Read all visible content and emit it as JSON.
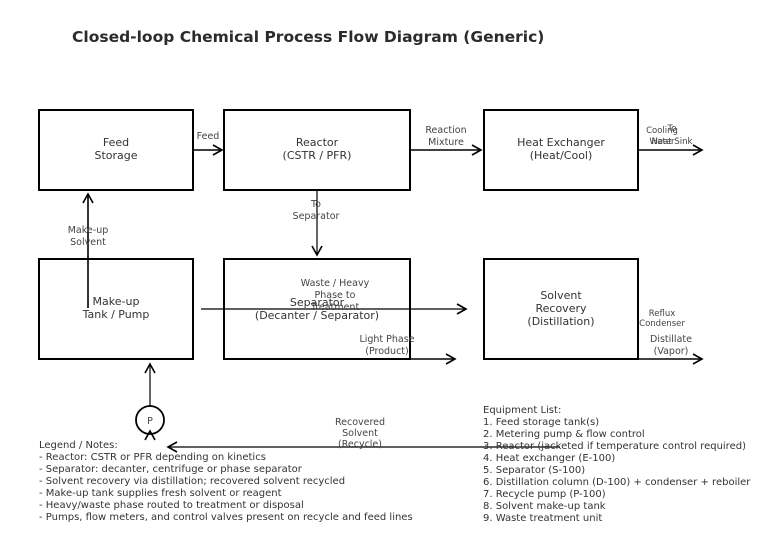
{
  "title": "Closed-loop Chemical Process Flow Diagram (Generic)",
  "units": {
    "feed_storage": {
      "line1": "Feed",
      "line2": "Storage"
    },
    "reactor": {
      "line1": "Reactor",
      "line2": "(CSTR / PFR)"
    },
    "heat_exchanger": {
      "line1": "Heat Exchanger",
      "line2": "(Heat/Cool)"
    },
    "makeup_tank": {
      "line1": "Make-up",
      "line2": "Tank / Pump"
    },
    "separator": {
      "line1": "Separator",
      "line2": "(Decanter / Separator)"
    },
    "solvent_recovery": {
      "line1": "Solvent",
      "line2": "Recovery",
      "line3": "(Distillation)"
    },
    "pump": {
      "label": "P"
    }
  },
  "streams": {
    "feed": "Feed",
    "reaction_mixture": {
      "line1": "Reaction",
      "line2": "Mixture"
    },
    "cooling_water": {
      "line1": "Cooling",
      "line2": "Water"
    },
    "to_heat_sink": {
      "line1": "To",
      "line2": "Heat Sink"
    },
    "to_separator": {
      "line1": "To",
      "line2": "Separator"
    },
    "makeup_solvent": {
      "line1": "Make-up",
      "line2": "Solvent"
    },
    "waste_heavy": {
      "line1": "Waste / Heavy",
      "line2": "Phase to",
      "line3": "Treatment"
    },
    "light_phase": {
      "line1": "Light Phase",
      "line2": "(Product)"
    },
    "reflux_condenser": {
      "line1": "Reflux",
      "line2": "Condenser"
    },
    "distillate": {
      "line1": "Distillate",
      "line2": "(Vapor)"
    },
    "recovered_solvent": {
      "line1": "Recovered",
      "line2": "Solvent",
      "line3": "(Recycle)"
    }
  },
  "legend": {
    "heading": "Legend / Notes:",
    "items": [
      "- Reactor: CSTR or PFR depending on kinetics",
      "- Separator: decanter, centrifuge or phase separator",
      "- Solvent recovery via distillation; recovered solvent recycled",
      "- Make-up tank supplies fresh solvent or reagent",
      "- Heavy/waste phase routed to treatment or disposal",
      "- Pumps, flow meters, and control valves present on recycle and feed lines"
    ]
  },
  "equipment_list": {
    "heading": "Equipment List:",
    "items": [
      "1. Feed storage tank(s)",
      "2. Metering pump & flow control",
      "3. Reactor (jacketed if temperature control required)",
      "4. Heat exchanger (E-100)",
      "5. Separator (S-100)",
      "6. Distillation column (D-100) + condenser + reboiler",
      "7. Recycle pump (P-100)",
      "8. Solvent make-up tank",
      "9. Waste treatment unit"
    ]
  }
}
